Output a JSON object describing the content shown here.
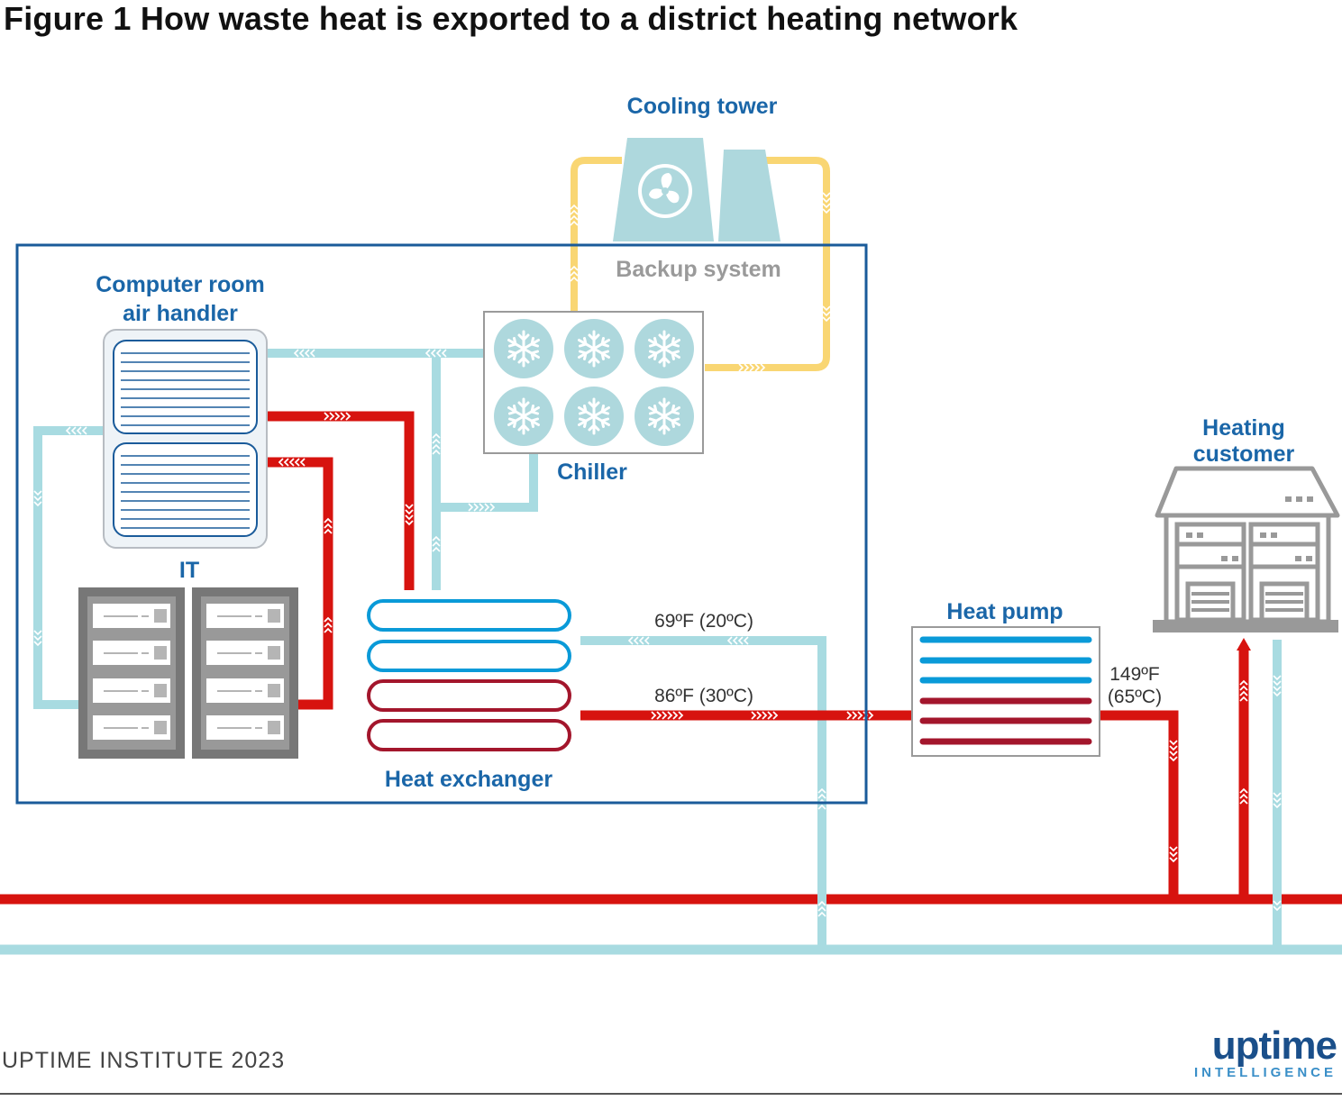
{
  "title": "Figure 1 How waste heat is exported to a district heating network",
  "labels": {
    "cooling_tower": "Cooling tower",
    "backup_system": "Backup system",
    "crah_line1": "Computer room",
    "crah_line2": "air handler",
    "chiller": "Chiller",
    "it": "IT",
    "heat_exchanger": "Heat exchanger",
    "heat_pump": "Heat pump",
    "heating_customer_line1": "Heating",
    "heating_customer_line2": "customer"
  },
  "temperatures": {
    "return": "69ºF (20ºC)",
    "supply": "86ºF (30ºC)",
    "pump_out_line1": "149ºF",
    "pump_out_line2": "(65ºC)"
  },
  "footer": {
    "credit": "UPTIME INSTITUTE 2023",
    "logo_main": "uptime",
    "logo_sub": "INTELLIGENCE"
  },
  "colors": {
    "hot_pipe": "#d7130f",
    "cold_pipe": "#a8dbe1",
    "backup_pipe": "#f9d673",
    "frame": "#1a5b9a",
    "label": "#1a66a8",
    "hx_blue": "#0a9ad8",
    "hx_red": "#a3162c",
    "grey_equipment": "#777777"
  },
  "icons": [
    "fan-icon",
    "snowflake-icon",
    "server-rack-icon",
    "house-icon",
    "heat-exchanger-coil-icon"
  ]
}
